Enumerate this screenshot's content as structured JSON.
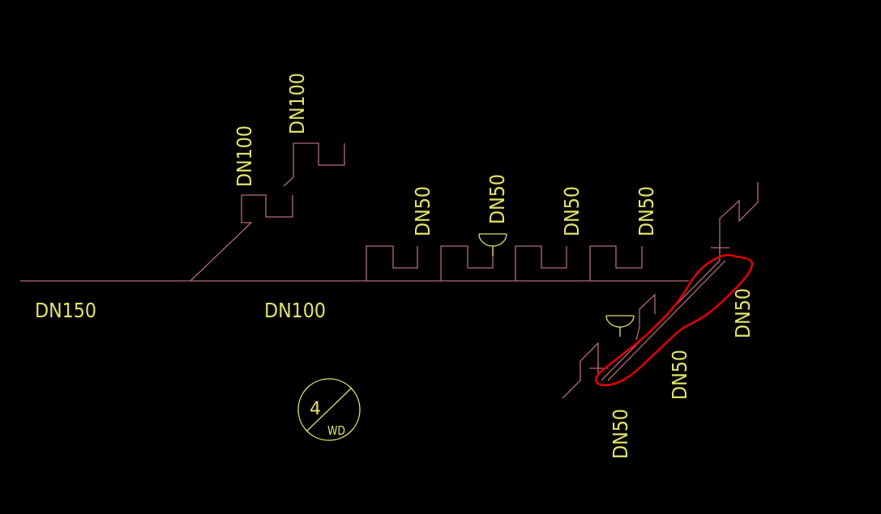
{
  "labels": {
    "main_dn150": "DN150",
    "main_dn100": "DN100",
    "riser_left_dn100": "DN100",
    "riser_right_dn100": "DN100",
    "branch_1_dn50": "DN50",
    "branch_2_dn50": "DN50",
    "branch_3_dn50": "DN50",
    "branch_4_dn50": "DN50",
    "diag_upper_dn50": "DN50",
    "diag_mid_dn50": "DN50",
    "diag_lower_dn50": "DN50"
  },
  "section_symbol": {
    "number": "4",
    "code": "WD"
  },
  "colors": {
    "background": "#000000",
    "pipe": "#b36b73",
    "text": "#e3e36a",
    "highlight": "#e60000"
  }
}
